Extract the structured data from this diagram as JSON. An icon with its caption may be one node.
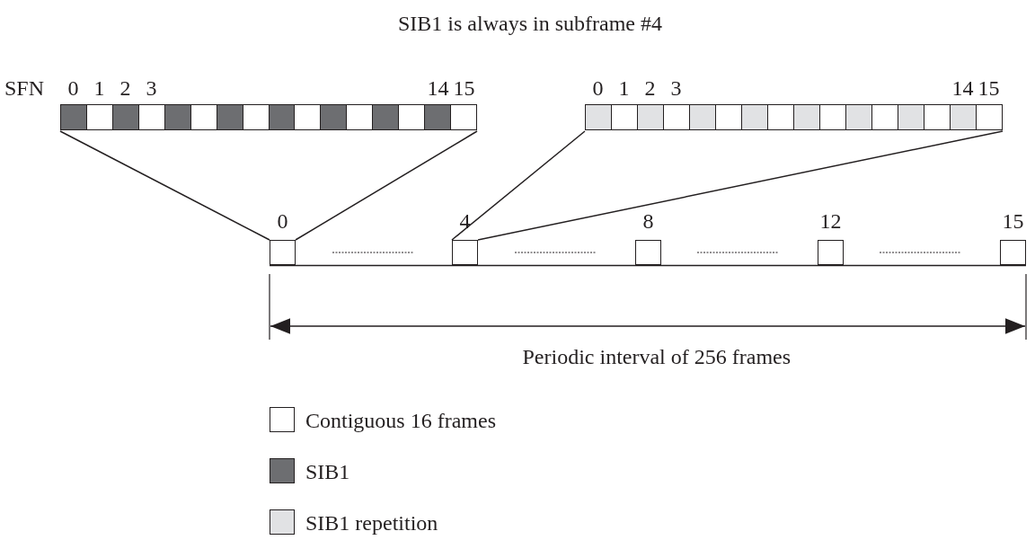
{
  "diagram": {
    "title": "SIB1 is always in subframe #4",
    "nodes": [
      {
        "text": [],
        "shape": "bar"
      },
      {
        "text": [],
        "shape": "bar"
      },
      {
        "text": [],
        "shape": "box",
        "beside": [
          "0"
        ]
      },
      {
        "text": [],
        "shape": "box",
        "beside": [
          "4"
        ]
      },
      {
        "text": [],
        "shape": "box",
        "beside": [
          "8"
        ]
      },
      {
        "text": [],
        "shape": "box",
        "beside": [
          "12"
        ]
      },
      {
        "text": [],
        "shape": "box",
        "beside": [
          "15"
        ]
      }
    ],
    "edges": [
      {
        "from": 0,
        "to": 2,
        "arrow": "none"
      },
      {
        "from": 0,
        "to": 2,
        "arrow": "none"
      },
      {
        "from": 1,
        "to": 3,
        "arrow": "none"
      },
      {
        "from": 1,
        "to": 3,
        "arrow": "none"
      }
    ],
    "labels": [
      "SFN",
      "0",
      "1",
      "2",
      "3",
      "14",
      "15",
      "0",
      "1",
      "2",
      "3",
      "14",
      "15",
      "Periodic interval of 256 frames"
    ],
    "legend": [
      {
        "text": "Contiguous 16 frames",
        "color": "#ffffff"
      },
      {
        "text": "SIB1",
        "color": "#6d6e71"
      },
      {
        "text": "SIB1 repetition",
        "color": "#e1e2e4"
      }
    ]
  }
}
